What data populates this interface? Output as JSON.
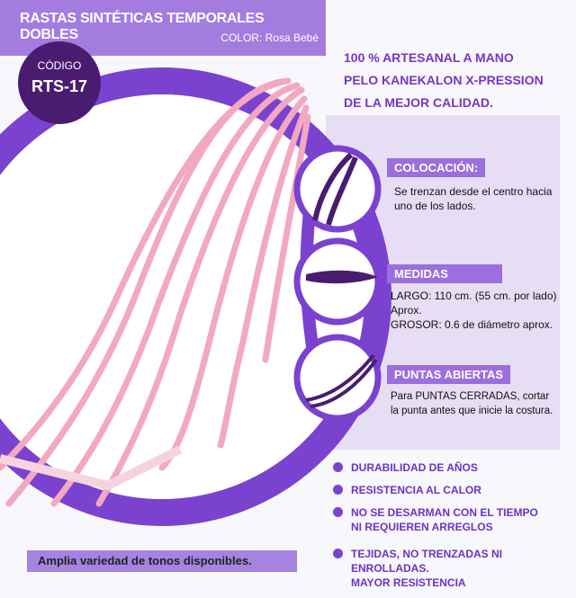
{
  "header": {
    "title": "RASTAS SINTÉTICAS TEMPORALES DOBLES",
    "color": "COLOR: Rosa Bebé"
  },
  "badge": {
    "label": "CÓDIGO",
    "code": "RTS-17"
  },
  "tagline": [
    "100 % ARTESANAL A MANO",
    "PELO KANEKALON X-PRESSION",
    "DE LA MEJOR CALIDAD."
  ],
  "sections": [
    {
      "heading": "COLOCACIÓN:",
      "text": "Se trenzan desde el centro hacia uno de los lados."
    },
    {
      "heading": "MEDIDAS",
      "text": "LARGO: 110 cm. (55 cm. por lado) Aprox.",
      "text2": "GROSOR: 0.6 de diámetro aprox."
    },
    {
      "heading": "PUNTAS ABIERTAS",
      "text": "Para PUNTAS CERRADAS, cortar la punta antes que inicie la costura."
    }
  ],
  "bullets": [
    "DURABILIDAD DE AÑOS",
    "RESISTENCIA AL CALOR",
    "NO SE DESARMAN CON EL TIEMPO",
    "NI REQUIEREN ARREGLOS",
    "TEJIDAS, NO TRENZADAS NI ENROLLADAS.",
    "MAYOR RESISTENCIA"
  ],
  "footer": "Amplia variedad de tonos disponibles.",
  "colors": {
    "accent": "#7a42cf",
    "dark": "#4a1c70",
    "light": "#e6def5"
  }
}
